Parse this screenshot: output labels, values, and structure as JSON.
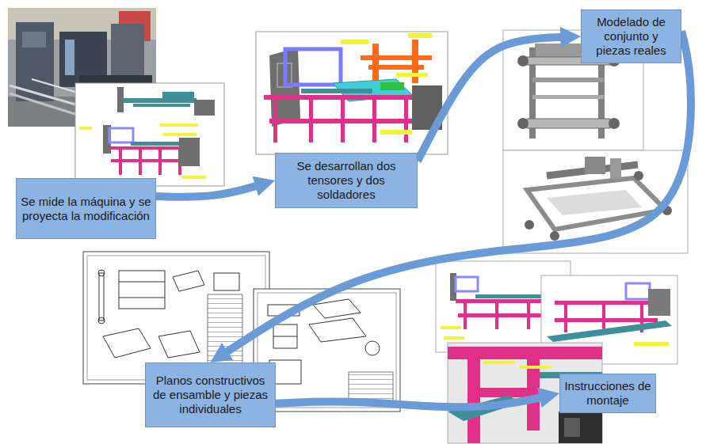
{
  "diagram": {
    "nodes": [
      {
        "text": [
          "Se mide la máquina y se proyecta la modificación"
        ]
      },
      {
        "text": [
          "Se desarrollan dos tensores y dos soldadores"
        ]
      },
      {
        "text": [
          "Modelado de conjunto y piezas reales"
        ]
      },
      {
        "text": [
          "Planos constructivos de ensamble y piezas individuales"
        ]
      },
      {
        "text": [
          "Instrucciones de montaje"
        ]
      }
    ],
    "edges": [
      {
        "from": 0,
        "to": 1,
        "arrow": "to"
      },
      {
        "from": 1,
        "to": 2,
        "arrow": "to"
      },
      {
        "from": 2,
        "to": 3,
        "arrow": "to"
      },
      {
        "from": 3,
        "to": 4,
        "arrow": "to"
      }
    ]
  }
}
